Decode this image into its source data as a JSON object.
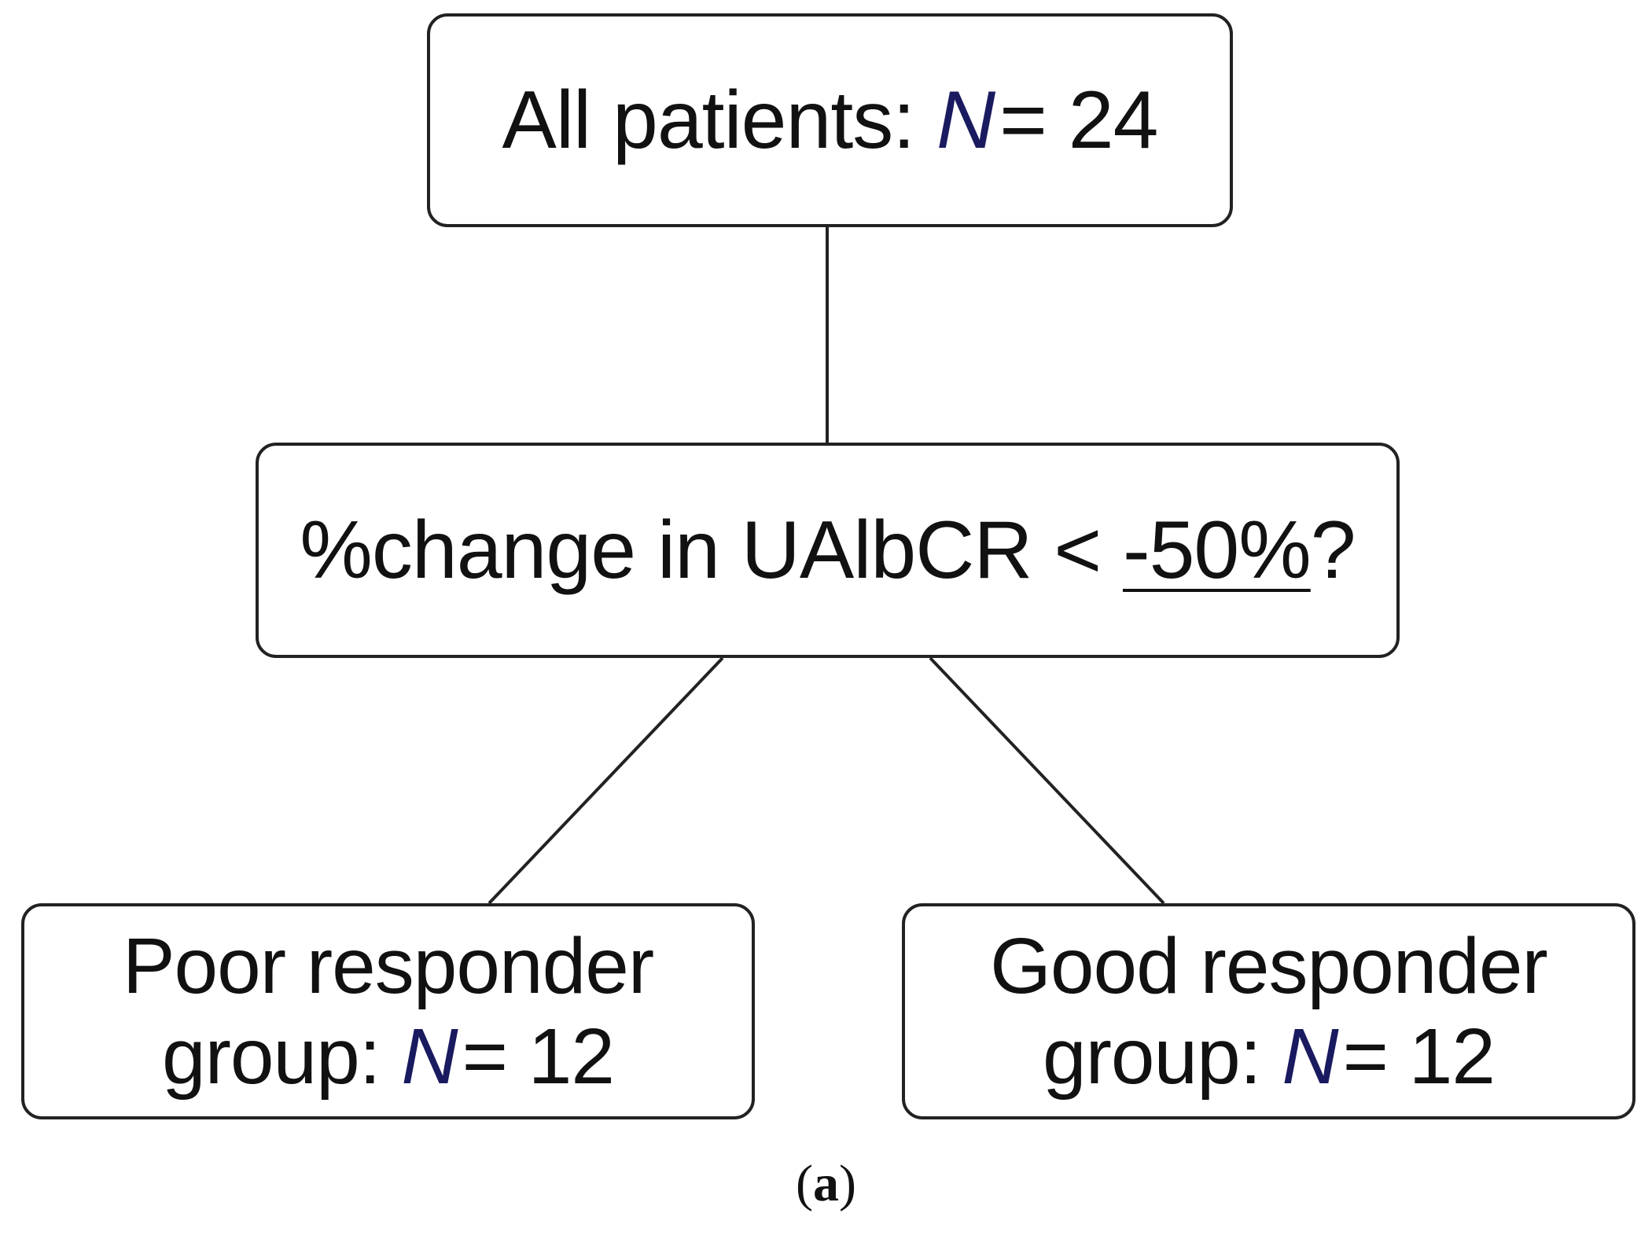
{
  "nodes": {
    "root": {
      "label": "All patients: ",
      "n_symbol": "N",
      "n_value": "= 24"
    },
    "decision": {
      "prefix": "%change in UAlbCR < ",
      "threshold": "-50%",
      "suffix": "?"
    },
    "poor": {
      "line1": "Poor responder",
      "line2_prefix": "group: ",
      "n_symbol": "N",
      "n_value": "= 12"
    },
    "good": {
      "line1": "Good responder",
      "line2_prefix": "group: ",
      "n_symbol": "N",
      "n_value": "= 12"
    }
  },
  "caption": {
    "open": "(",
    "letter": "a",
    "close": ")"
  },
  "colors": {
    "stroke": "#222222",
    "text": "#111111",
    "italic_n": "#1a1a60"
  }
}
